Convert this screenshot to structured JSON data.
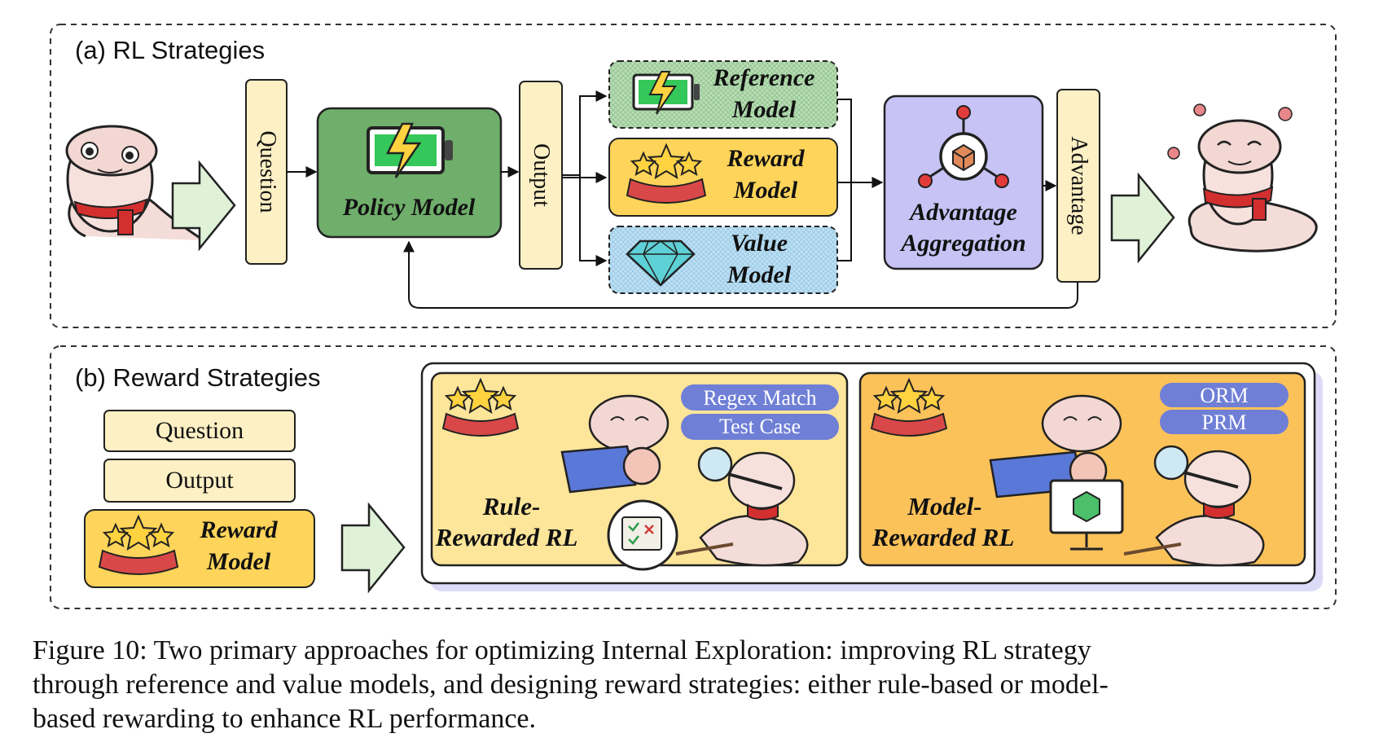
{
  "panel_a": {
    "title": "(a) RL Strategies",
    "question": "Question",
    "policy_model": "Policy Model",
    "output": "Output",
    "reference_model": [
      "Reference",
      "Model"
    ],
    "reward_model": [
      "Reward",
      "Model"
    ],
    "value_model": [
      "Value",
      "Model"
    ],
    "advantage_aggregation": [
      "Advantage",
      "Aggregation"
    ],
    "advantage": "Advantage"
  },
  "panel_b": {
    "title": "(b) Reward Strategies",
    "question": "Question",
    "output": "Output",
    "reward_model": [
      "Reward",
      "Model"
    ],
    "rule_rewarded": [
      "Rule-",
      "Rewarded RL"
    ],
    "rule_tags": [
      "Regex Match",
      "Test Case"
    ],
    "model_rewarded": [
      "Model-",
      "Rewarded RL"
    ],
    "model_tags": [
      "ORM",
      "PRM"
    ]
  },
  "caption": [
    "Figure 10: Two primary approaches for optimizing Internal Exploration: improving RL strategy",
    "through reference and value models, and designing reward strategies: either rule-based or model-",
    "based rewarding to enhance RL performance."
  ],
  "colors": {
    "cream": "#fdf0c4",
    "policy_green": "#6fae6b",
    "reference_green": "#b9dcb6",
    "reward_yellow": "#ffd45a",
    "value_blue": "#bfe0f3",
    "aggregation_purple": "#c7c3f5",
    "arrow_green": "#dff2d8",
    "rule_panel": "#fde59a",
    "model_panel": "#fbc25a",
    "tag_blue": "#6f7fd6"
  }
}
